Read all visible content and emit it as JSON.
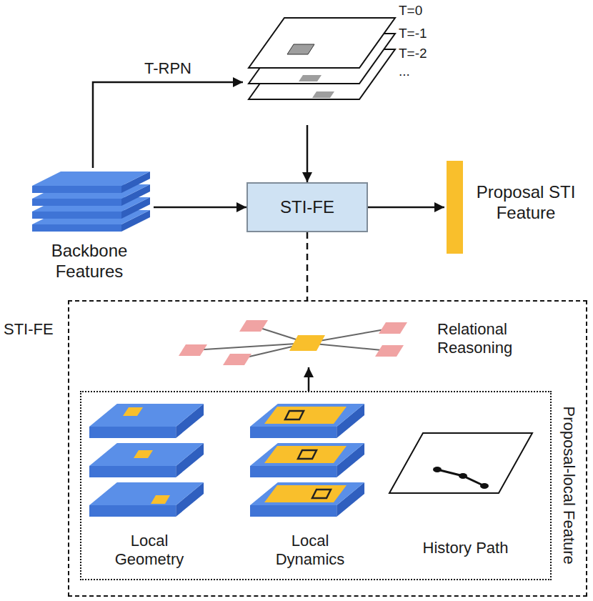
{
  "diagram": {
    "nodes": [
      {
        "text": [
          "T=0",
          "T=-1",
          "T=-2",
          "..."
        ]
      },
      {
        "text": [
          "Backbone Features"
        ]
      },
      {
        "text": [
          "STI-FE"
        ]
      },
      {
        "text": [
          "Proposal STI Feature"
        ]
      },
      {
        "text": [
          "STI-FE"
        ]
      },
      {
        "text": [
          "Relational Reasoning"
        ],
        "in": 4
      },
      {
        "text": [
          "Proposal-local Feature"
        ],
        "in": 4
      },
      {
        "text": [
          "Local Geometry"
        ],
        "in": 6
      },
      {
        "text": [
          "Local Dynamics"
        ],
        "in": 6
      },
      {
        "text": [
          "History Path"
        ],
        "in": 6
      }
    ],
    "edges": [
      {
        "from": 1,
        "to": 0,
        "label": "T-RPN",
        "arrow": "to"
      },
      {
        "from": 0,
        "to": 2,
        "arrow": "to"
      },
      {
        "from": 1,
        "to": 2,
        "arrow": "to"
      },
      {
        "from": 2,
        "to": 3,
        "arrow": "to"
      },
      {
        "from": 2,
        "to": 4,
        "arrow": "none"
      },
      {
        "from": 6,
        "to": 5,
        "arrow": "to"
      }
    ]
  }
}
